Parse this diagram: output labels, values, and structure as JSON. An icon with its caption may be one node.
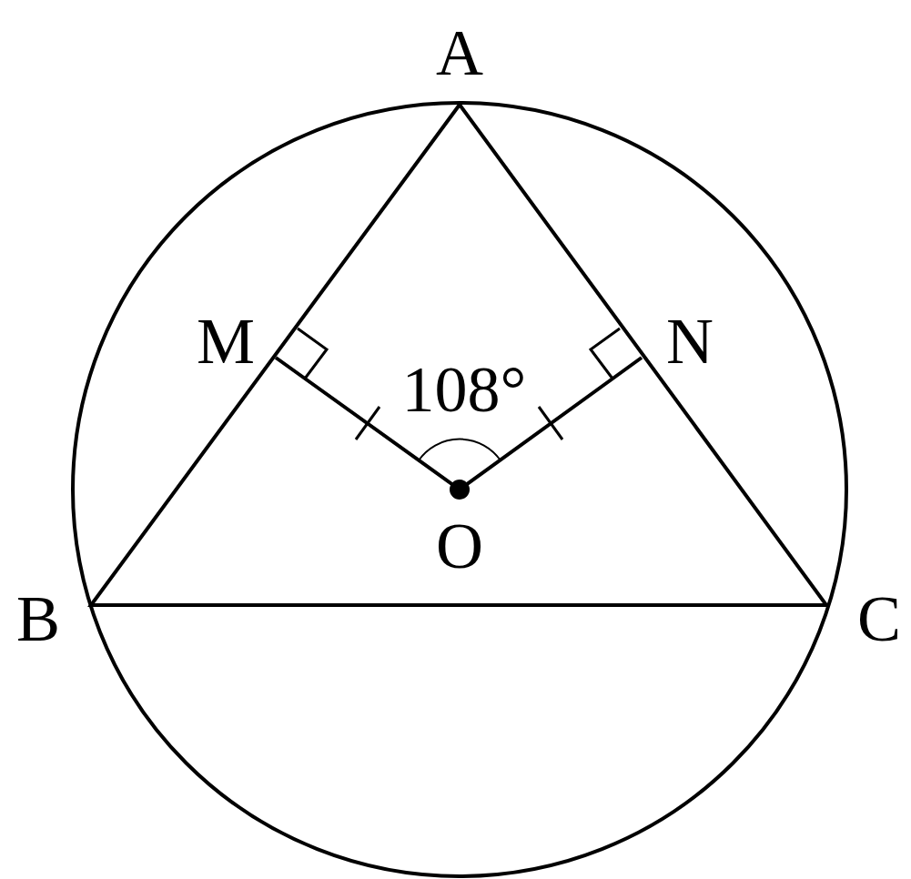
{
  "diagram": {
    "labels": [
      "A",
      "M",
      "108°",
      "N",
      "O",
      "B",
      "C"
    ]
  }
}
